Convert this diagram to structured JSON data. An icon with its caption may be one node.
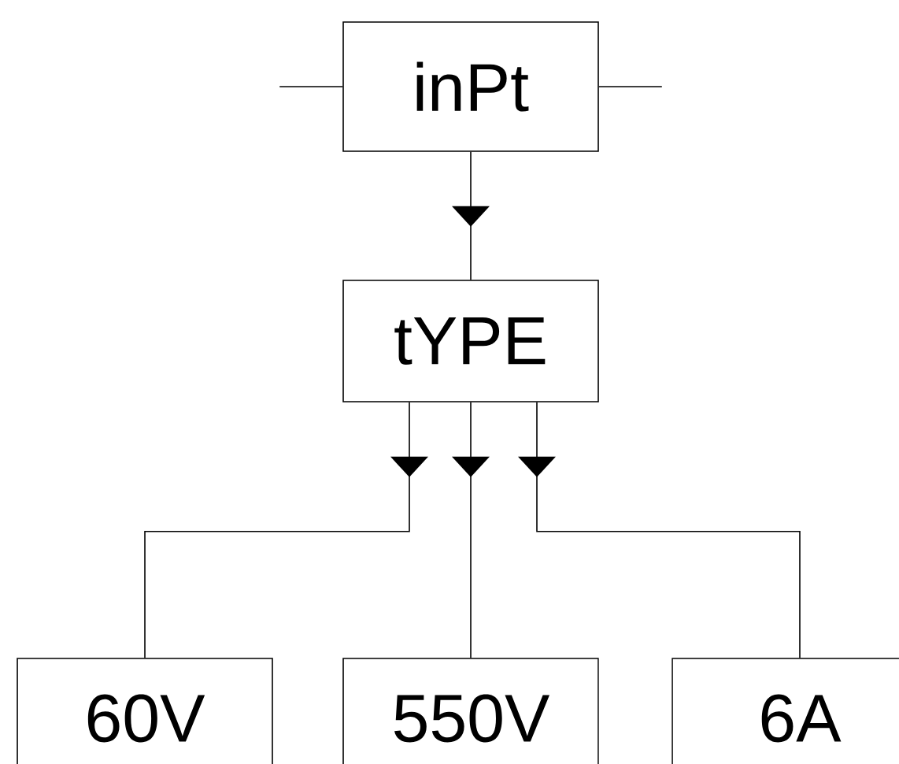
{
  "diagram": {
    "nodes": [
      {
        "text": [
          "inPt"
        ]
      },
      {
        "text": [
          "tYPE"
        ]
      },
      {
        "text": [
          "60V"
        ]
      },
      {
        "text": [
          "550V"
        ]
      },
      {
        "text": [
          "6A"
        ]
      }
    ],
    "edges": [
      {
        "from": null,
        "to": 0,
        "arrow": "none"
      },
      {
        "from": 0,
        "to": null,
        "arrow": "none"
      },
      {
        "from": 0,
        "to": 1,
        "arrow": "to"
      },
      {
        "from": 1,
        "to": 2,
        "arrow": "to"
      },
      {
        "from": 1,
        "to": 3,
        "arrow": "to"
      },
      {
        "from": 1,
        "to": 4,
        "arrow": "to"
      }
    ]
  }
}
